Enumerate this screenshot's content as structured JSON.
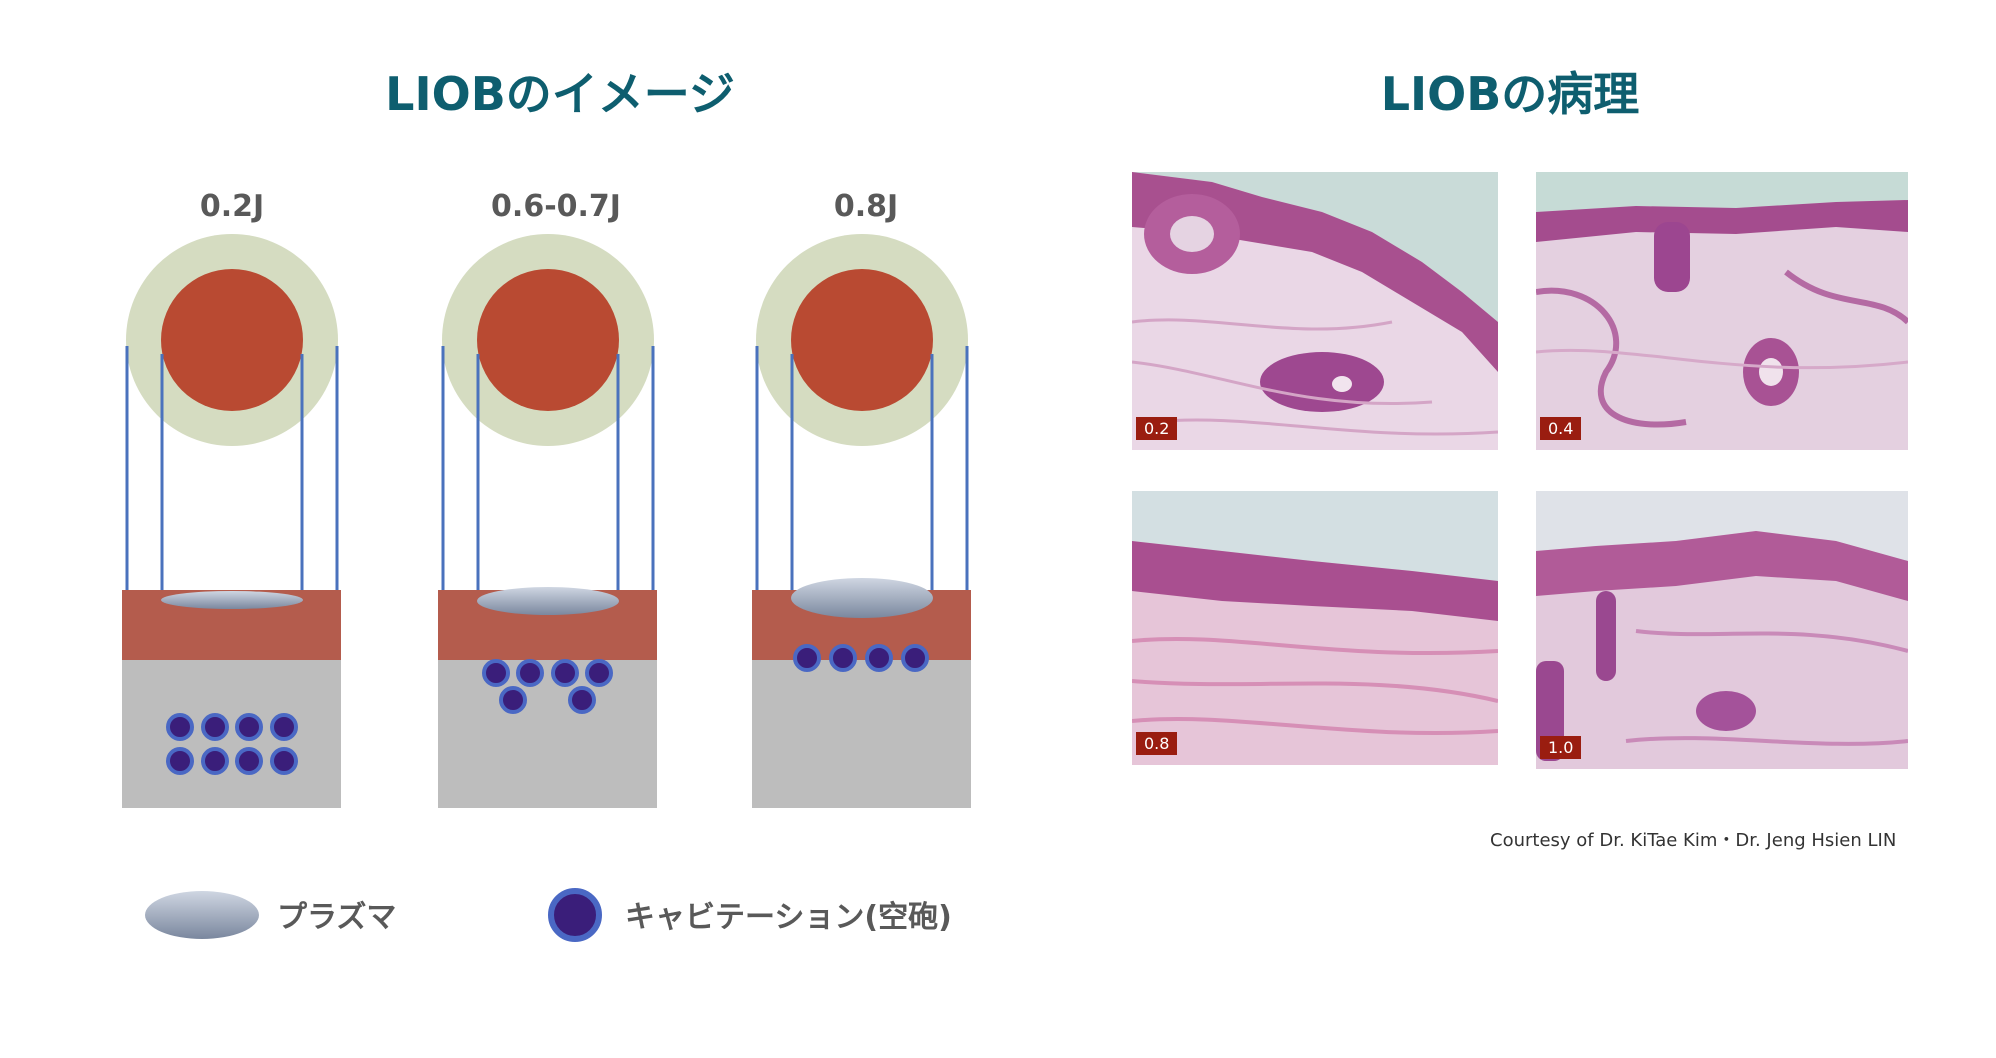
{
  "left_title": "LIOBのイメージ",
  "right_title": "LIOBの病理",
  "energy_panels": [
    {
      "label": "0.2J"
    },
    {
      "label": "0.6-0.7J"
    },
    {
      "label": "0.8J"
    }
  ],
  "legend": {
    "plasma_label": "プラズマ",
    "cavitation_label": "キャビテーション(空砲)"
  },
  "micrographs": [
    {
      "label": "0.2"
    },
    {
      "label": "0.4"
    },
    {
      "label": "0.8"
    },
    {
      "label": "1.0"
    }
  ],
  "credit": "Courtesy of Dr. KiTae Kim・Dr. Jeng Hsien LIN",
  "colors": {
    "title": "#0e5e6f",
    "halo": "#d5dcc1",
    "core": "#b94a32",
    "beam": "#4a72bd",
    "tissue_top": "#b45c4d",
    "tissue_bottom": "#bdbdbd",
    "cavitation_fill": "#3a1e7a",
    "cavitation_ring": "#4a68c4"
  }
}
